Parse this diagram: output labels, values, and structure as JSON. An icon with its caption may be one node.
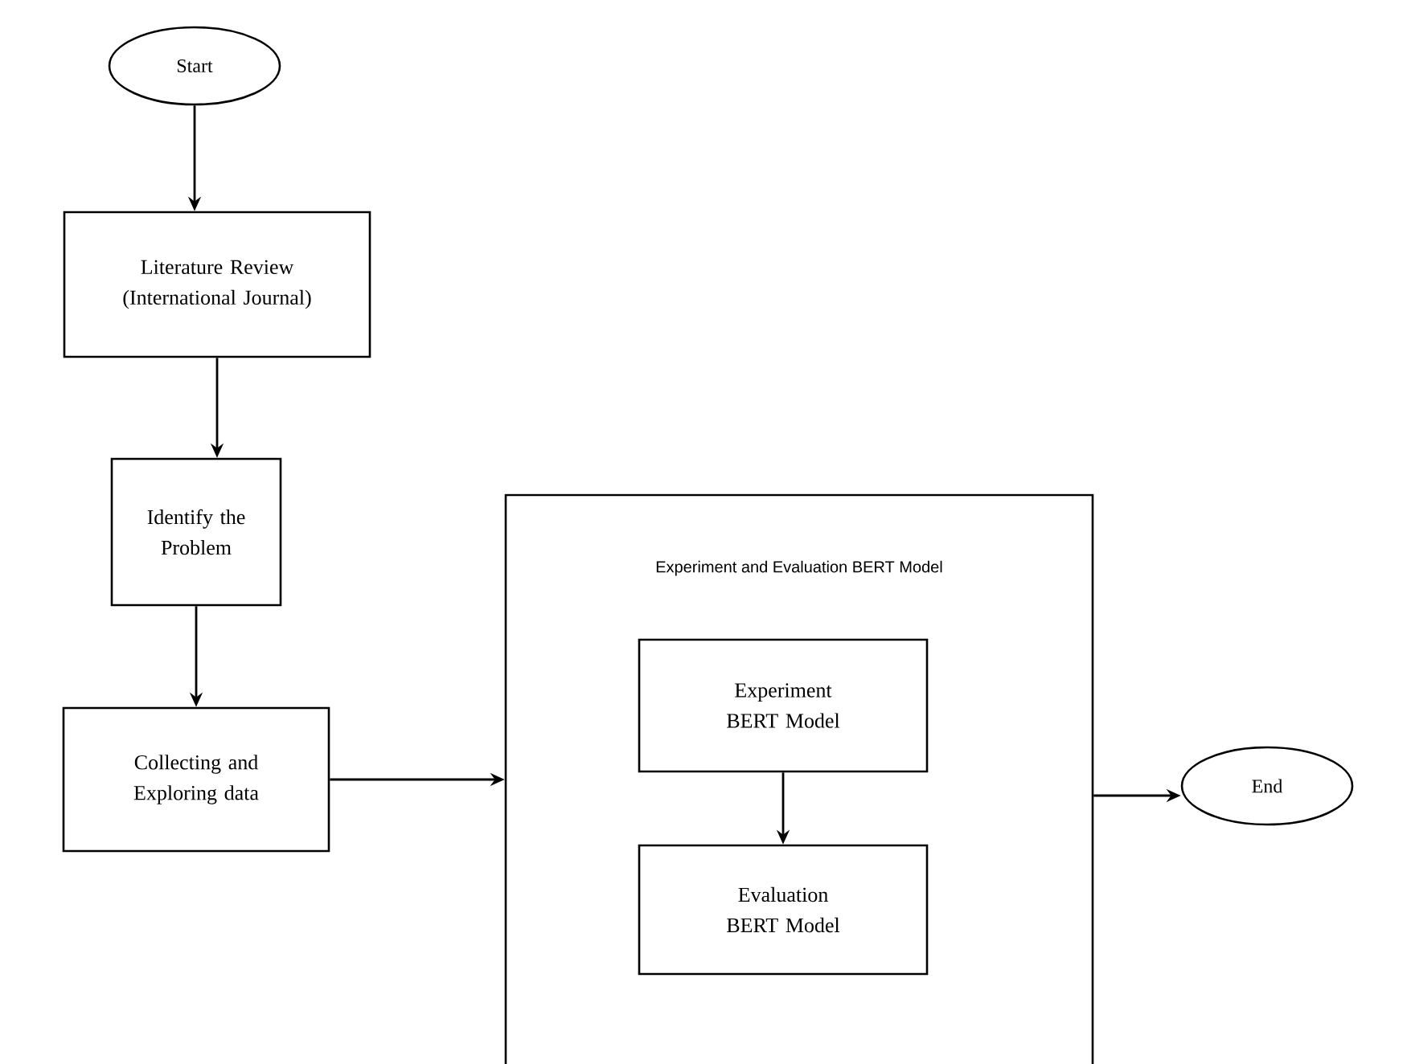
{
  "diagram": {
    "nodes": [
      {
        "text": [
          "Start"
        ]
      },
      {
        "text": [
          "Literature Review (International Journal)"
        ]
      },
      {
        "text": [
          "Identify the Problem"
        ]
      },
      {
        "text": [
          "Collecting and Exploring data"
        ]
      },
      {
        "text": [
          "Experiment and Evaluation BERT Model"
        ]
      },
      {
        "text": [
          "Experiment BERT Model"
        ],
        "in": 4
      },
      {
        "text": [
          "Evaluation BERT Model"
        ],
        "in": 4
      },
      {
        "text": [
          "End"
        ]
      }
    ],
    "edges": [
      {
        "from": 0,
        "to": 1,
        "arrow": "to"
      },
      {
        "from": 1,
        "to": 2,
        "arrow": "to"
      },
      {
        "from": 2,
        "to": 3,
        "arrow": "to"
      },
      {
        "from": 3,
        "to": 4,
        "arrow": "to"
      },
      {
        "from": 5,
        "to": 6,
        "arrow": "to"
      },
      {
        "from": 4,
        "to": 7,
        "arrow": "to"
      }
    ]
  }
}
